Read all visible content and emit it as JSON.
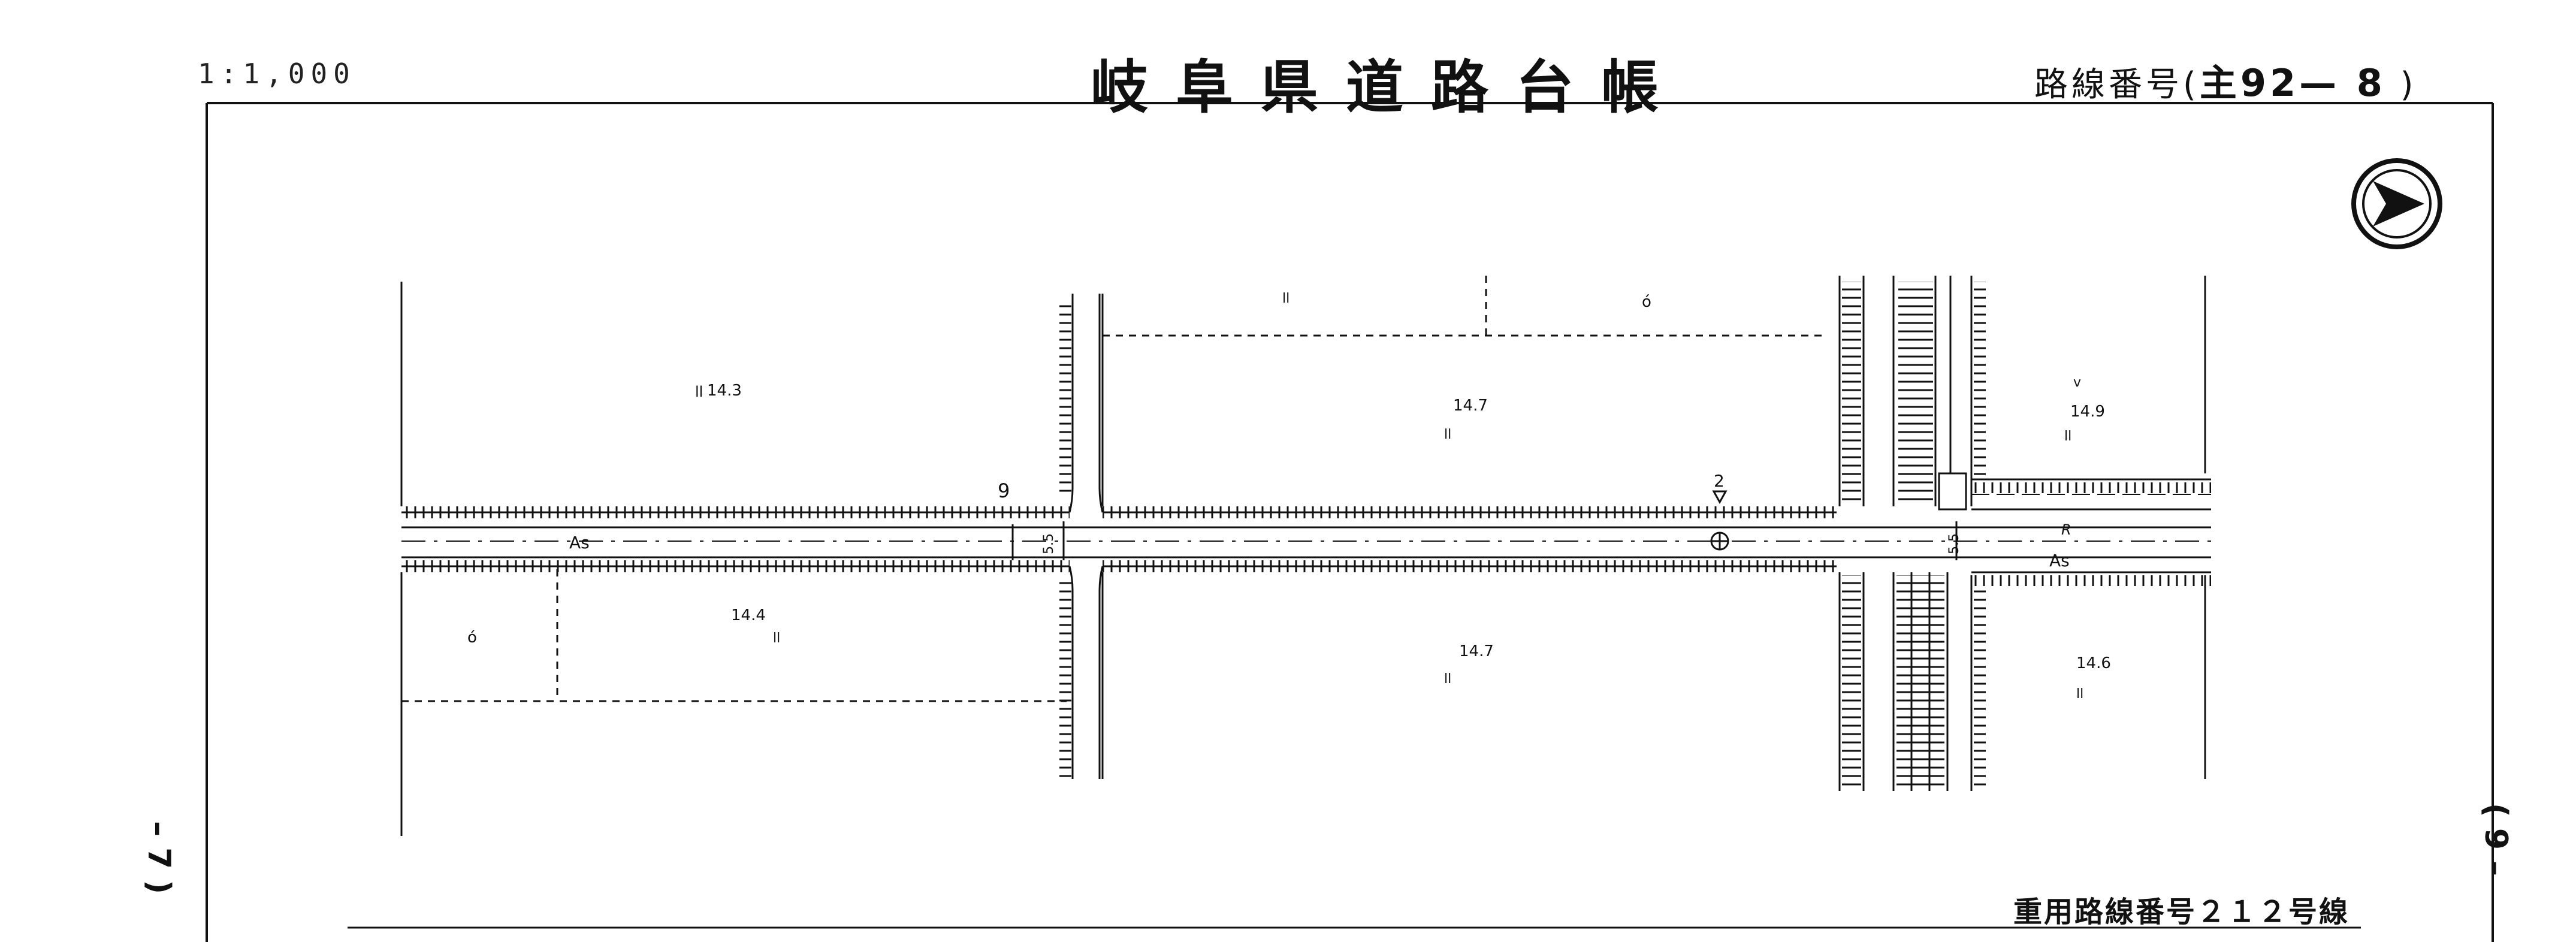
{
  "header": {
    "scale": "1:1,000",
    "title": "岐阜県道路台帳",
    "route_prefix": "路線番号(",
    "route_number": "主92— 8",
    "route_suffix": " )"
  },
  "footer": {
    "overlap_route": "重用路線番号２１２号線"
  },
  "side_marks": {
    "left": "– 7 )",
    "right": "( 9 –"
  },
  "map": {
    "elevations": [
      "14.3",
      "14.7",
      "14.9",
      "14.4",
      "14.7",
      "14.6"
    ],
    "surface_labels": [
      "As",
      "As",
      "R"
    ],
    "widths": [
      "5.5",
      "5.5"
    ],
    "station_labels": [
      "9",
      "2"
    ],
    "land_marks": [
      "ll",
      "ll",
      "ll",
      "ll",
      "ll",
      "ll",
      "ll",
      "ó",
      "ó",
      "v"
    ]
  },
  "icons": {
    "north_arrow": "north-arrow-icon",
    "bench_mark": "survey-point-icon"
  }
}
